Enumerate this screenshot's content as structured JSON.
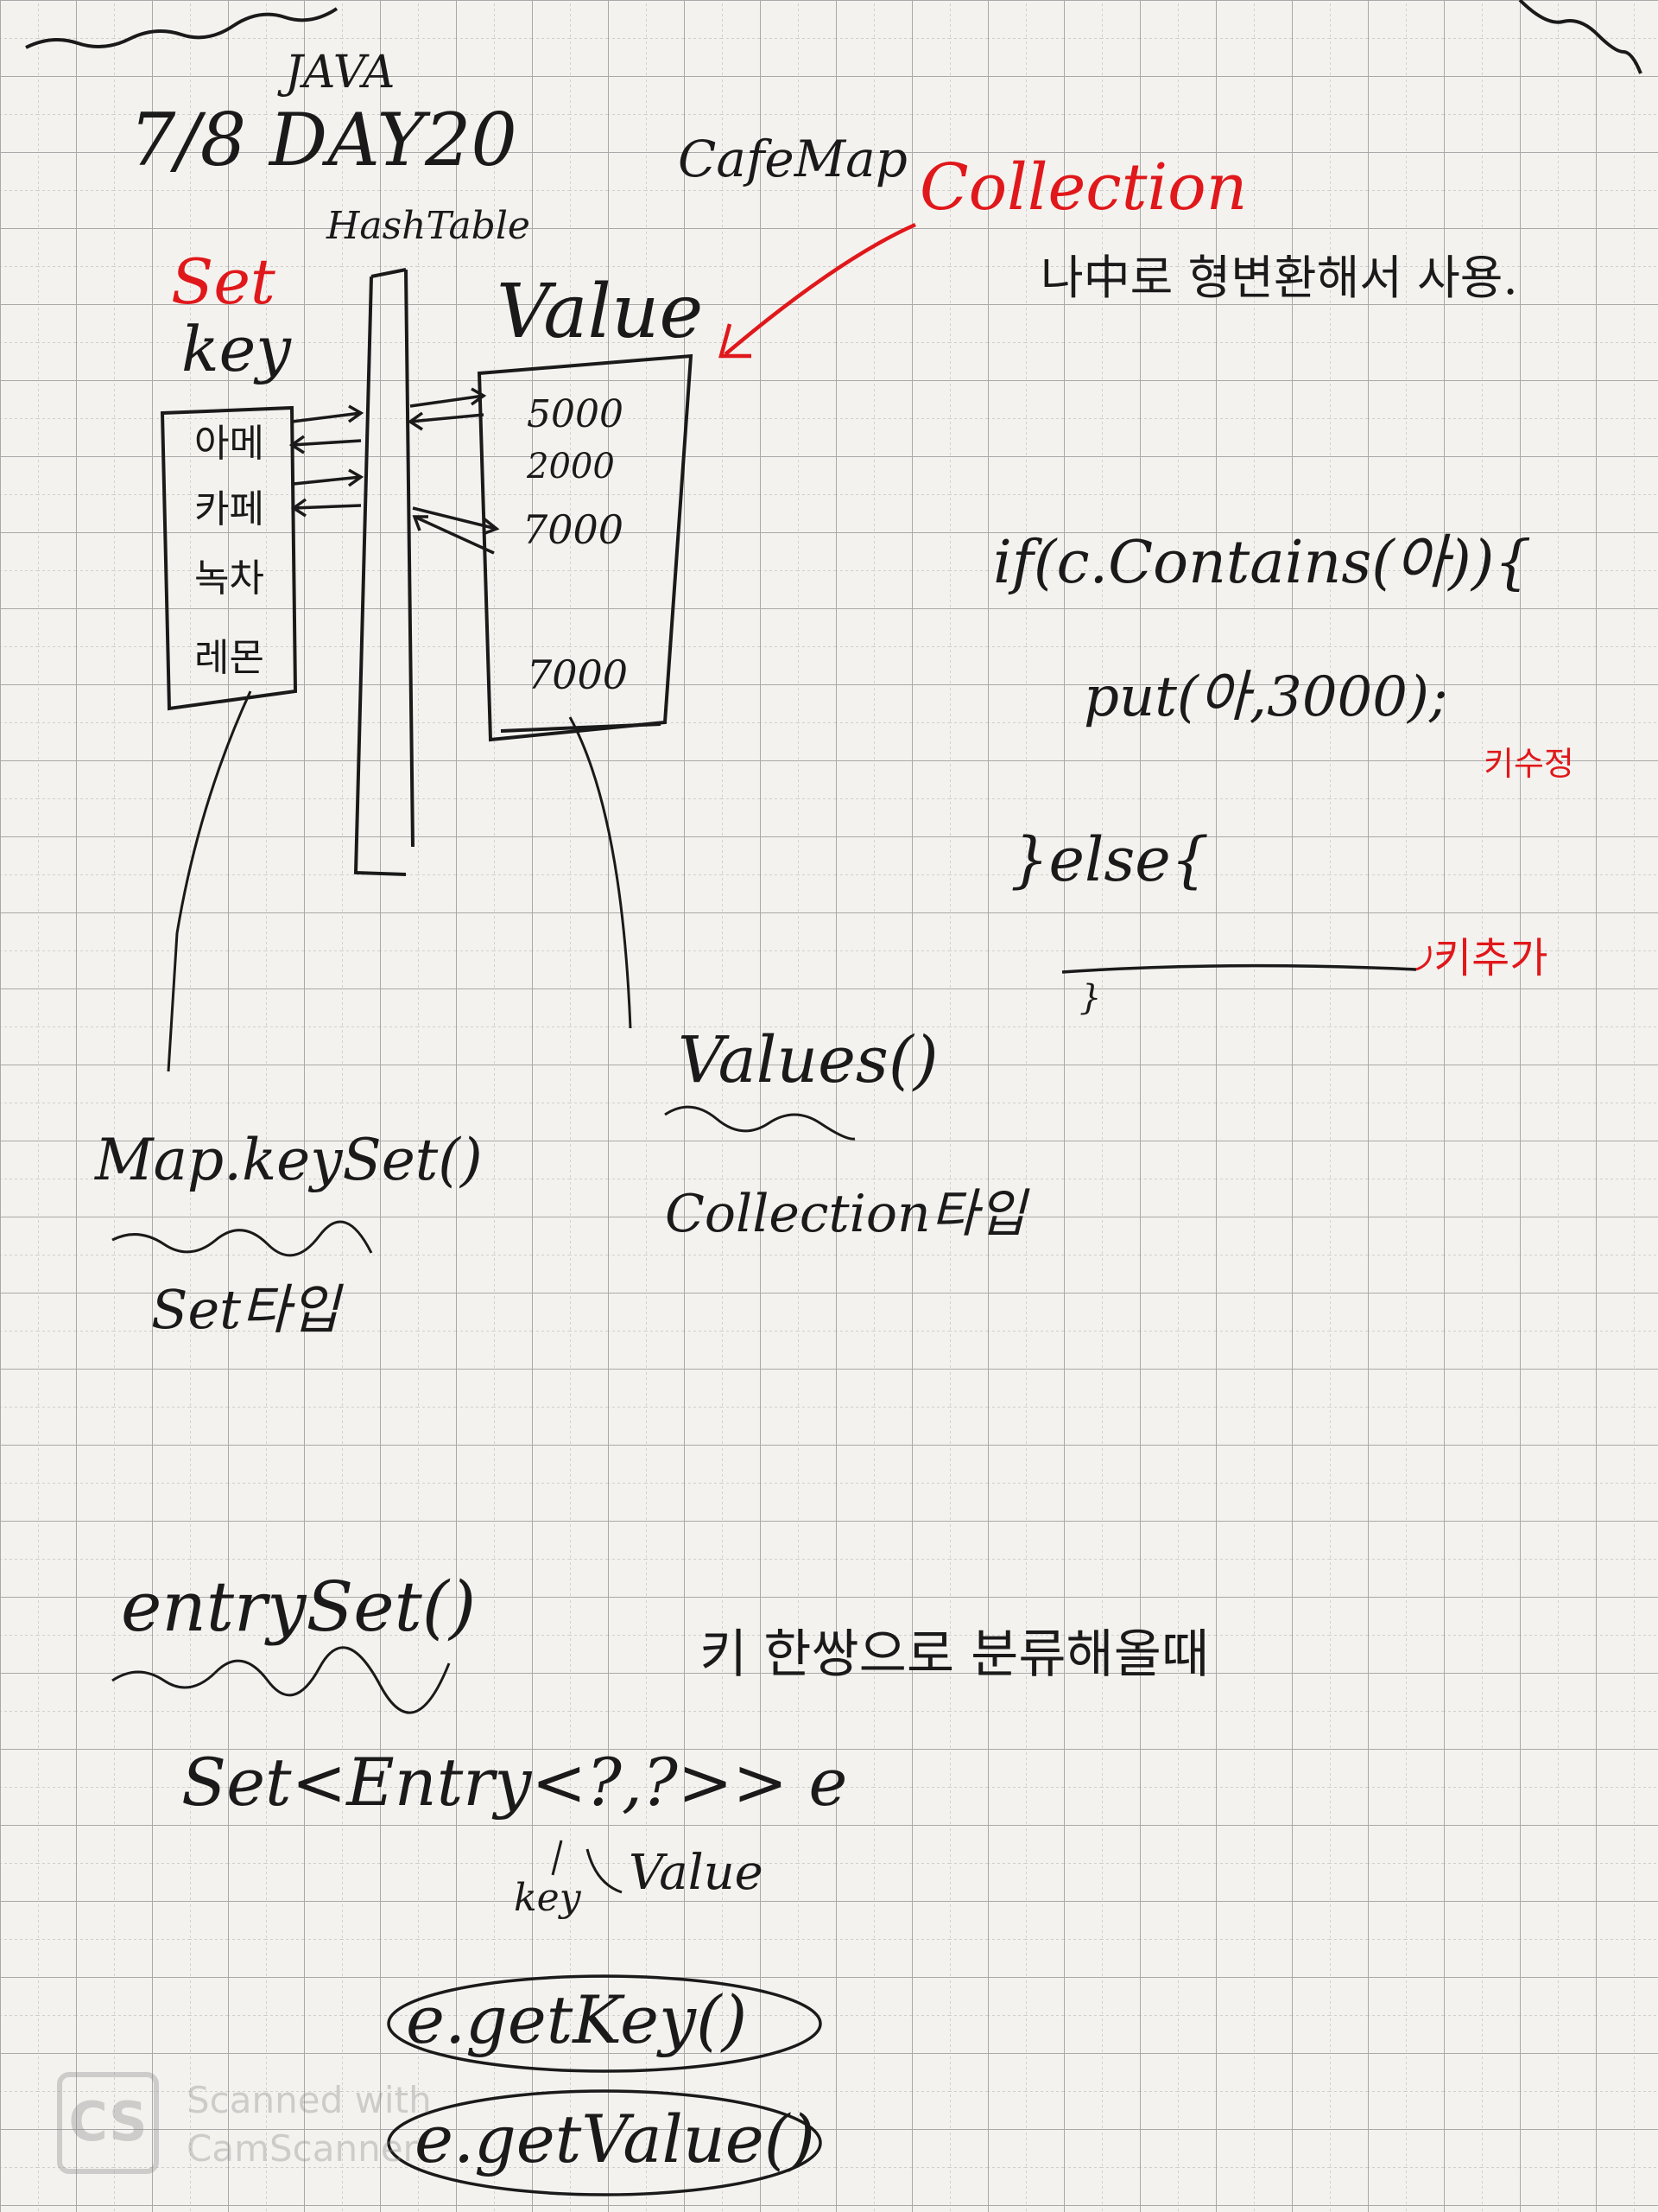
{
  "header": {
    "subject": "JAVA",
    "date_day": "7/8 DAY20"
  },
  "labels": {
    "hashtable": "HashTable",
    "cafemap": "CafeMap",
    "collection_red": "Collection",
    "set_red": "Set",
    "key": "key",
    "value": "Value",
    "note_cast": "나中로 형변환해서 사용."
  },
  "keys_box": {
    "items": [
      "아메",
      "카페",
      "녹차",
      "레몬"
    ]
  },
  "values_box": {
    "items": [
      "5000",
      "2000",
      "7000",
      "7000"
    ]
  },
  "code": {
    "line1": "if(c.Contains(아)){",
    "line2": "put(아,3000);",
    "line2_note": "키수정",
    "line3": "}else{",
    "line4": "}",
    "line4_note": "키추가"
  },
  "methods": {
    "keyset": "Map.keySet()",
    "keyset_type": "Set타입",
    "values": "Values()",
    "values_type": "Collection타입",
    "entryset": "entrySet()",
    "entryset_note": "키 한쌍으로 분류해올때",
    "set_entry": "Set<Entry<?,?>> e",
    "entry_key": "key",
    "entry_value": "Value",
    "get_key": "e.getKey()",
    "get_value": "e.getValue()"
  },
  "watermark": {
    "logo": "CS",
    "line1": "Scanned with",
    "line2": "CamScanner"
  },
  "colors": {
    "paper": "#f4f2ee",
    "grid": "#b9b9b9",
    "ink": "#1a1a1a",
    "red_ink": "#e0181b"
  }
}
